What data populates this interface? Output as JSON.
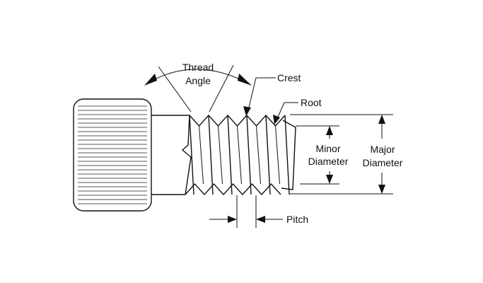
{
  "labels": {
    "thread_angle_line1": "Thread",
    "thread_angle_line2": "Angle",
    "crest": "Crest",
    "root": "Root",
    "minor_line1": "Minor",
    "minor_line2": "Diameter",
    "major_line1": "Major",
    "major_line2": "Diameter",
    "pitch": "Pitch"
  },
  "colors": {
    "line": "#111111",
    "background": "#ffffff"
  }
}
